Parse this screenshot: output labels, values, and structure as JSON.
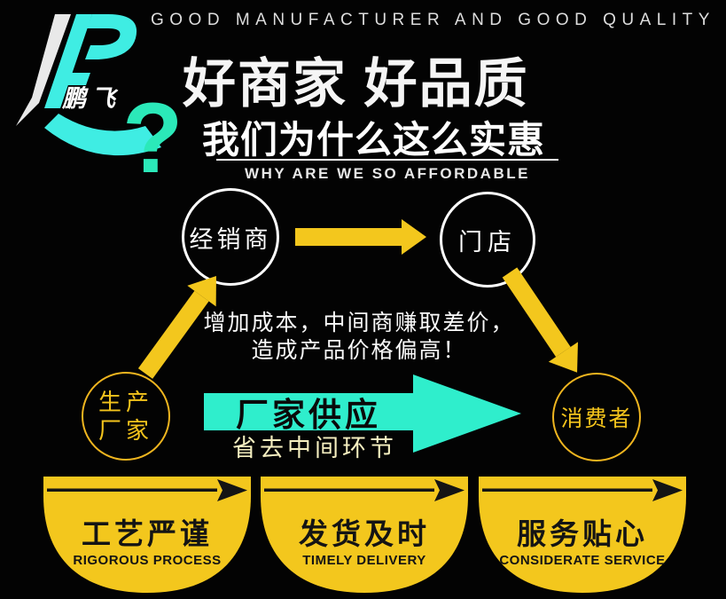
{
  "brand": {
    "monogram": "PF",
    "name": "鹏飞"
  },
  "header": {
    "tagline": "GOOD MANUFACTURER AND GOOD QUALITY",
    "title": "好商家 好品质",
    "question_mark": "?",
    "subtitle": "我们为什么这么实惠",
    "subtitle_en": "WHY ARE WE SO AFFORDABLE"
  },
  "diagram": {
    "nodes": [
      {
        "id": "distributor",
        "label": "经销商"
      },
      {
        "id": "store",
        "label": "门店"
      },
      {
        "id": "manufacturer",
        "label_line1": "生产",
        "label_line2": "厂家"
      },
      {
        "id": "consumer",
        "label": "消费者"
      }
    ],
    "note_line1": "增加成本，中间商赚取差价，",
    "note_line2": "造成产品价格偏高！",
    "supply_arrow_label": "厂家供应",
    "supply_arrow_sublabel": "省去中间环节"
  },
  "features": [
    {
      "title": "工艺严谨",
      "subtitle": "RIGOROUS PROCESS"
    },
    {
      "title": "发货及时",
      "subtitle": "TIMELY DELIVERY"
    },
    {
      "title": "服务贴心",
      "subtitle": "CONSIDERATE SERVICE"
    }
  ],
  "colors": {
    "background": "#030303",
    "yellow": "#f3c71d",
    "gold_outline": "#efb51f",
    "gold_text": "#f4c41c",
    "teal_arrow": "#2feecc",
    "mint_question": "#2be9b9",
    "logo_cyan": "#3fede3",
    "white": "#ffffff",
    "pale_yellow": "#f5efc0",
    "dark_text": "#141414"
  }
}
